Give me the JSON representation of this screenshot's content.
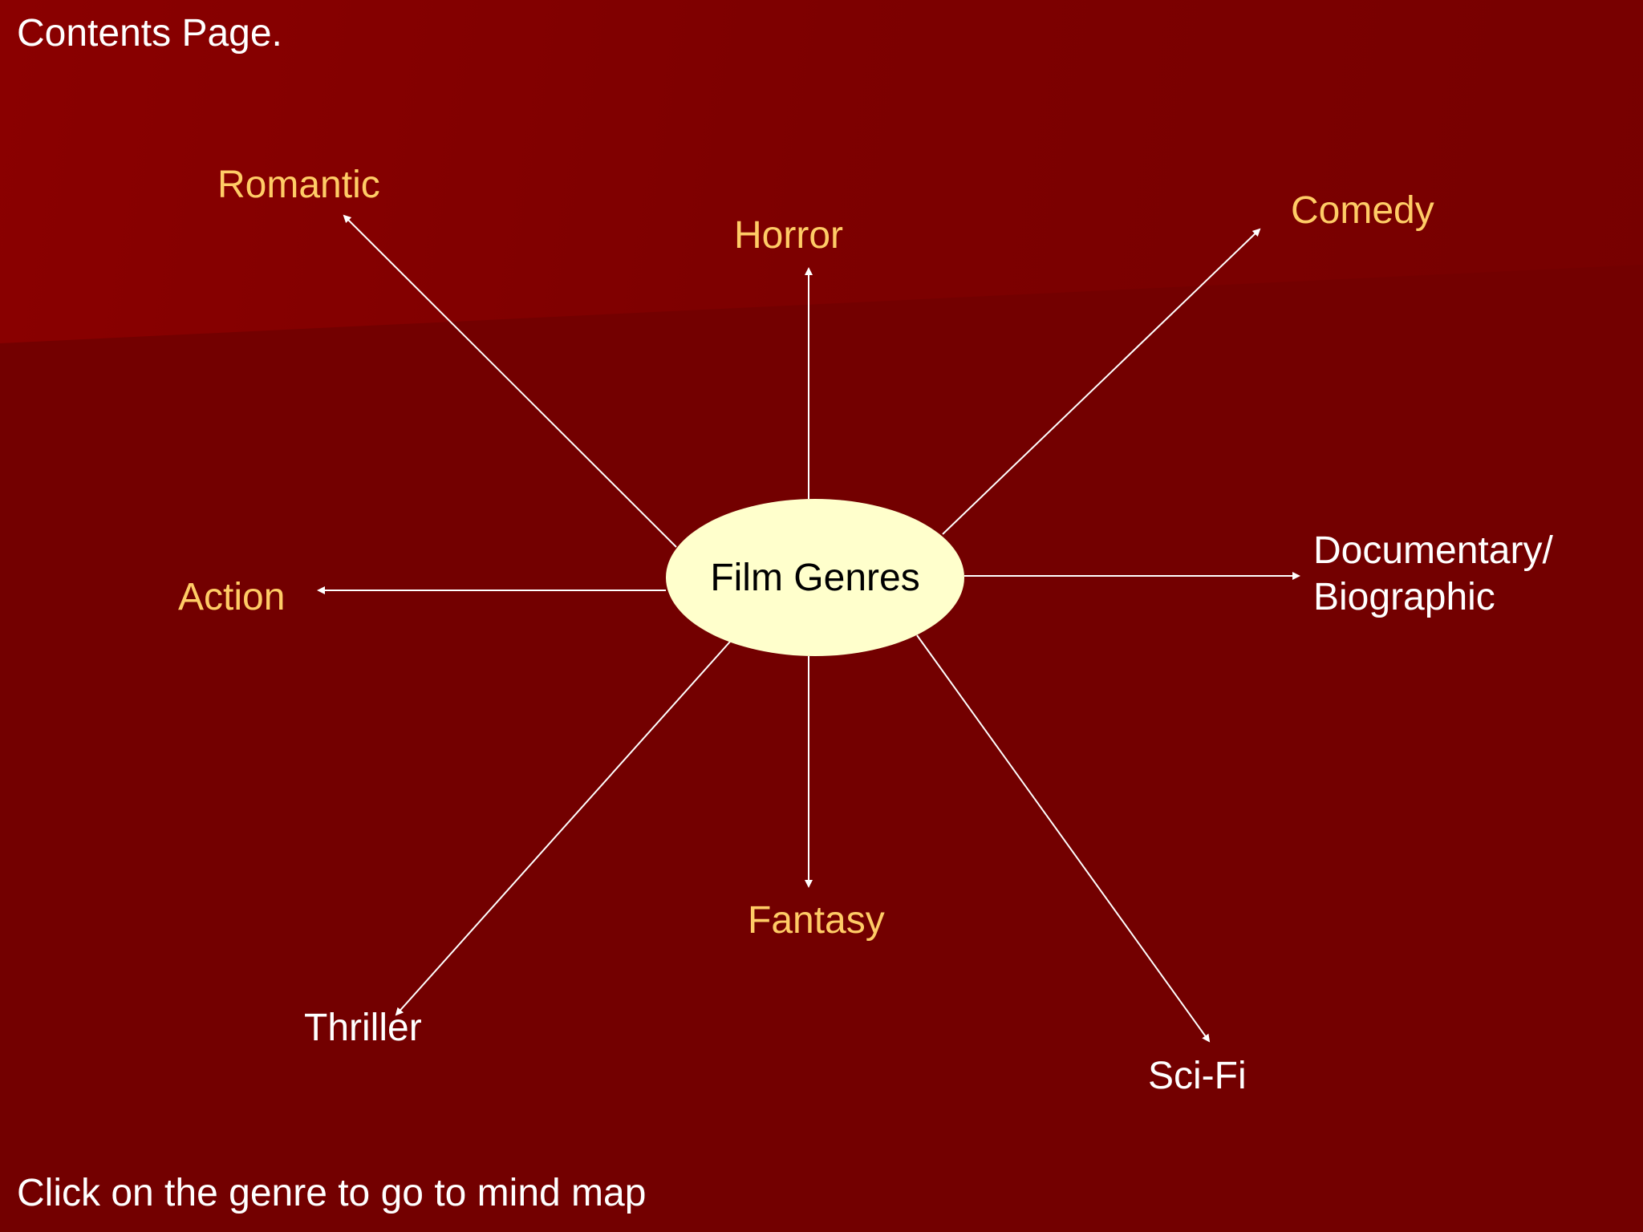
{
  "slide": {
    "title": "Contents Page.",
    "instruction": "Click on the genre to go to mind map"
  },
  "center": {
    "label": "Film Genres"
  },
  "genres": {
    "romantic": "Romantic",
    "horror": "Horror",
    "comedy": "Comedy",
    "action": "Action",
    "documentary_line1": "Documentary/",
    "documentary_line2": "Biographic",
    "fantasy": "Fantasy",
    "thriller": "Thriller",
    "scifi": "Sci-Fi"
  },
  "colors": {
    "background": "#730000",
    "linked_genre": "#ffcc66",
    "plain_genre": "#ffffff",
    "center_fill": "#ffffcc"
  }
}
